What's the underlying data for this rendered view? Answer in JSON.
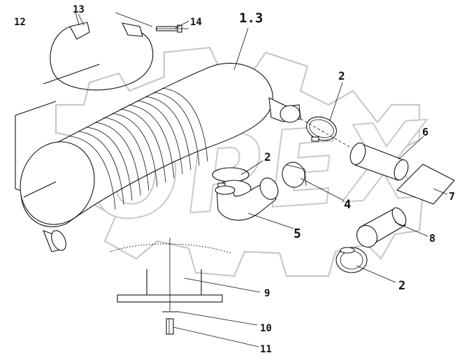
{
  "watermark": {
    "text": "OPEX",
    "color": "#c8c8c8"
  },
  "callouts": {
    "c12": "12",
    "c13": "13",
    "c14": "14",
    "c13b": "1.3",
    "c2a": "2",
    "c6": "6",
    "c2b": "2",
    "c4": "4",
    "c7": "7",
    "c5": "5",
    "c8": "8",
    "c2c": "2",
    "c9": "9",
    "c10": "10",
    "c11": "11"
  }
}
